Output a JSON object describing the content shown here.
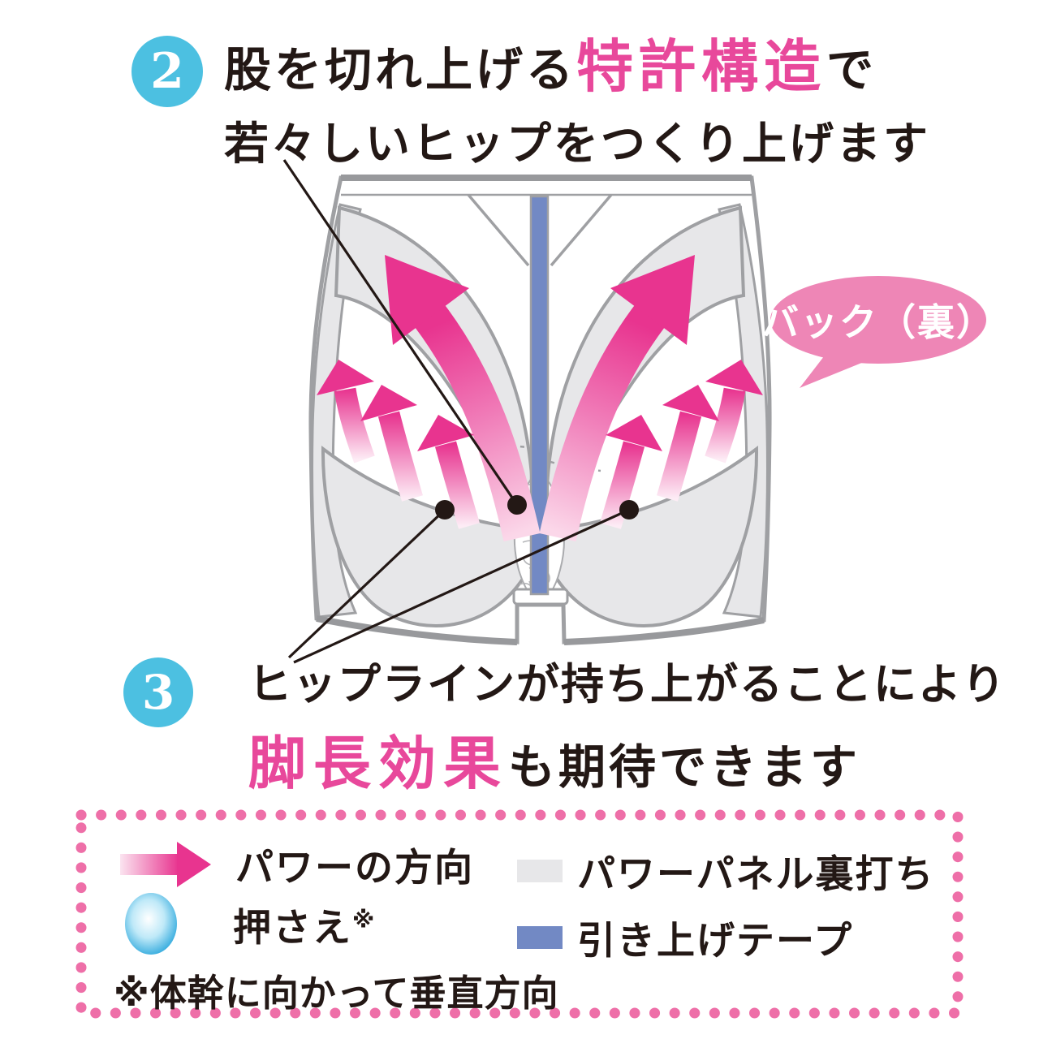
{
  "colors": {
    "accent_pink_text": "#e8489b",
    "arrow_pink_deep": "#e8348f",
    "arrow_pink_light": "#fdecf5",
    "bubble_pink": "#ee86b6",
    "dotted_border_pink": "#ee6fa8",
    "badge_cyan": "#4cc0e1",
    "tape_blue": "#7289c4",
    "panel_gray": "#e7e7e9",
    "outline_gray": "#9fa0a3",
    "ink": "#231815",
    "press_cyan": "#2fa9dd"
  },
  "step2": {
    "number": "2",
    "text_before": "股を切れ上げる",
    "highlight": "特許構造",
    "text_after": "で",
    "line2": "若々しいヒップをつくり上げます"
  },
  "step3": {
    "number": "3",
    "line1": "ヒップラインが持ち上がることにより",
    "highlight": "脚長効果",
    "text_after": "も期待できます"
  },
  "bubble": {
    "label": "バック（裏）"
  },
  "legend": {
    "items": [
      {
        "icon": "power-direction-arrow",
        "label": "パワーの方向"
      },
      {
        "icon": "power-panel-swatch",
        "label": "パワーパネル裏打ち"
      },
      {
        "icon": "press-ellipse",
        "label": "押さえ",
        "superscript": "※"
      },
      {
        "icon": "lift-tape-swatch",
        "label": "引き上げテープ"
      }
    ],
    "note": "※体幹に向かって垂直方向"
  }
}
